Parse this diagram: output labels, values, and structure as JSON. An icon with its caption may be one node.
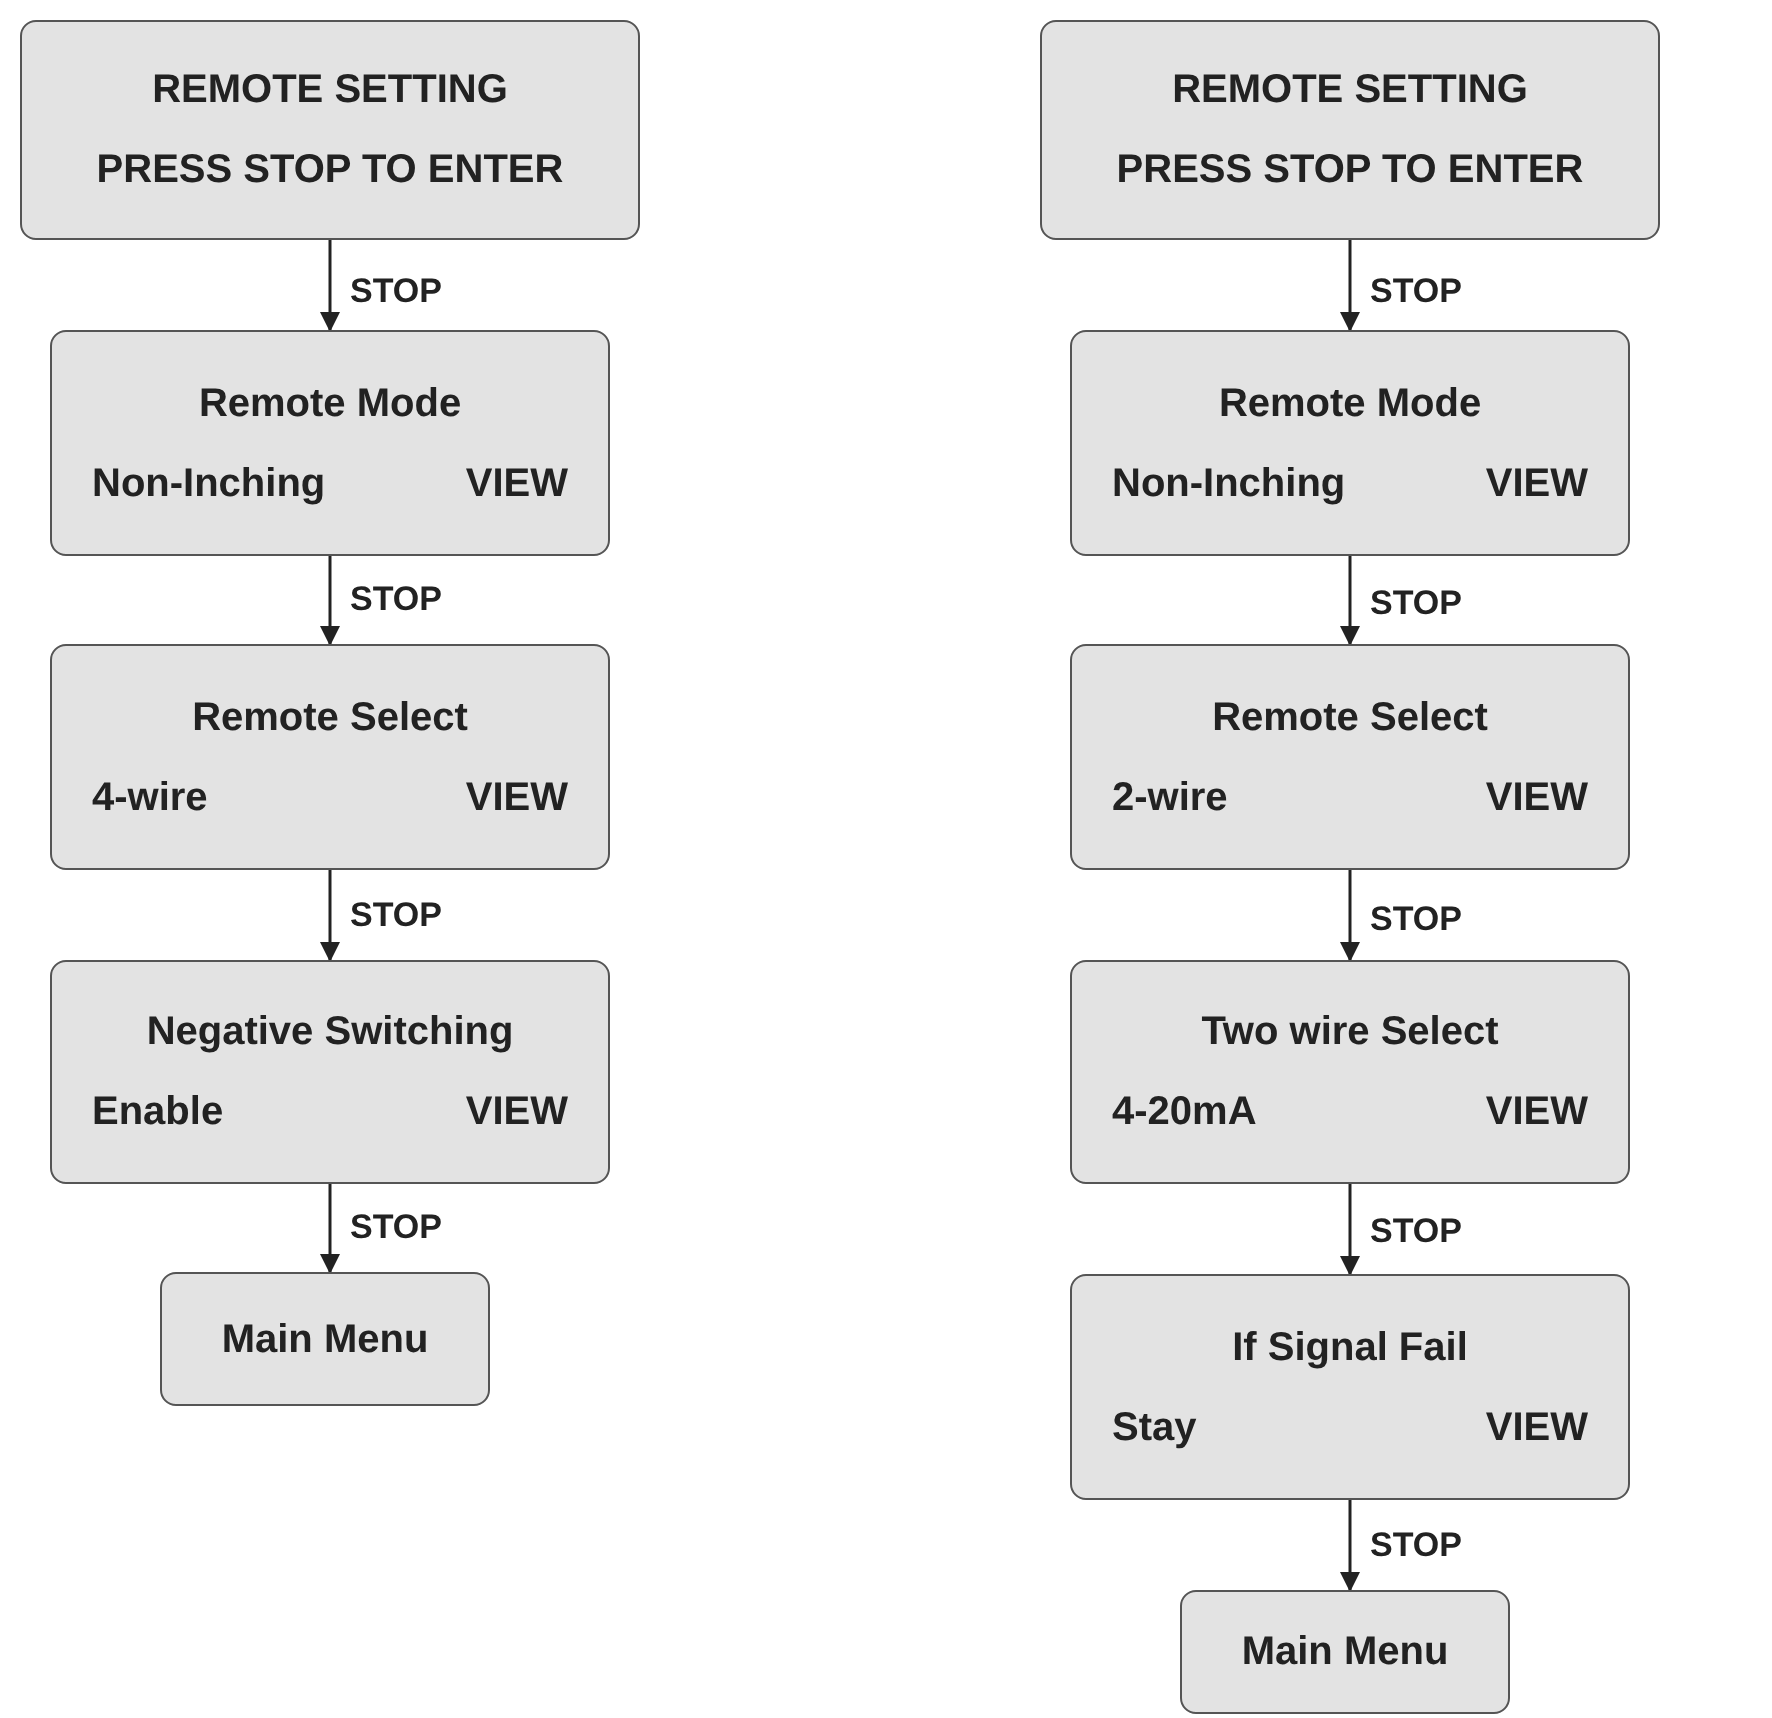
{
  "diagram": {
    "nodes": [
      {
        "text": [
          "REMOTE SETTING",
          "PRESS STOP TO ENTER"
        ]
      },
      {
        "text": [
          "Remote Mode",
          "Non-Inching",
          "VIEW"
        ]
      },
      {
        "text": [
          "Remote Select",
          "4-wire",
          "VIEW"
        ]
      },
      {
        "text": [
          "Negative Switching",
          "Enable",
          "VIEW"
        ]
      },
      {
        "text": [
          "Main Menu"
        ]
      },
      {
        "text": [
          "REMOTE SETTING",
          "PRESS STOP TO ENTER"
        ]
      },
      {
        "text": [
          "Remote Mode",
          "Non-Inching",
          "VIEW"
        ]
      },
      {
        "text": [
          "Remote Select",
          "2-wire",
          "VIEW"
        ]
      },
      {
        "text": [
          "Two wire Select",
          "4-20mA",
          "VIEW"
        ]
      },
      {
        "text": [
          "If Signal Fail",
          "Stay",
          "VIEW"
        ]
      },
      {
        "text": [
          "Main Menu"
        ]
      }
    ],
    "edges": [
      {
        "from": 0,
        "to": 1,
        "arrow": "to",
        "label": "STOP"
      },
      {
        "from": 1,
        "to": 2,
        "arrow": "to",
        "label": "STOP"
      },
      {
        "from": 2,
        "to": 3,
        "arrow": "to",
        "label": "STOP"
      },
      {
        "from": 3,
        "to": 4,
        "arrow": "to",
        "label": "STOP"
      },
      {
        "from": 5,
        "to": 6,
        "arrow": "to",
        "label": "STOP"
      },
      {
        "from": 6,
        "to": 7,
        "arrow": "to",
        "label": "STOP"
      },
      {
        "from": 7,
        "to": 8,
        "arrow": "to",
        "label": "STOP"
      },
      {
        "from": 8,
        "to": 9,
        "arrow": "to",
        "label": "STOP"
      },
      {
        "from": 9,
        "to": 10,
        "arrow": "to",
        "label": "STOP"
      }
    ]
  }
}
